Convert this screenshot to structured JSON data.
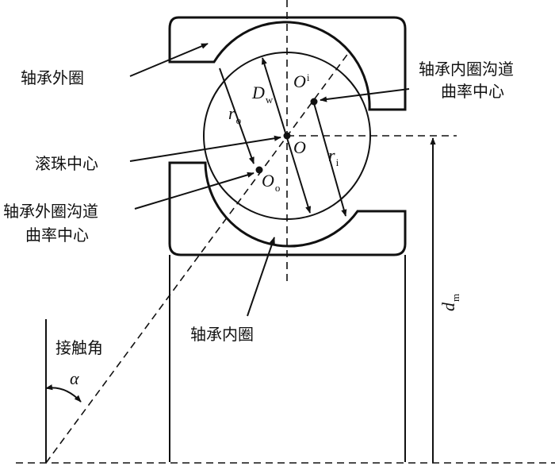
{
  "labels": {
    "outer_ring": "轴承外圈",
    "inner_ring_groove_line1": "轴承内圈沟道",
    "inner_ring_groove_line2": "曲率中心",
    "ball_center": "滚珠中心",
    "outer_ring_groove_line1": "轴承外圈沟道",
    "outer_ring_groove_line2": "曲率中心",
    "inner_ring": "轴承内圈",
    "contact_angle": "接触角"
  },
  "symbols": {
    "alpha": "α",
    "D": "D",
    "D_sub": "w",
    "O": "O",
    "Oi": "O",
    "Oi_sub": "i",
    "Oo": "O",
    "Oo_sub": "o",
    "ri": "r",
    "ri_sub": "i",
    "ro": "r",
    "ro_sub": "o",
    "dm": "d",
    "dm_sub": "m"
  }
}
